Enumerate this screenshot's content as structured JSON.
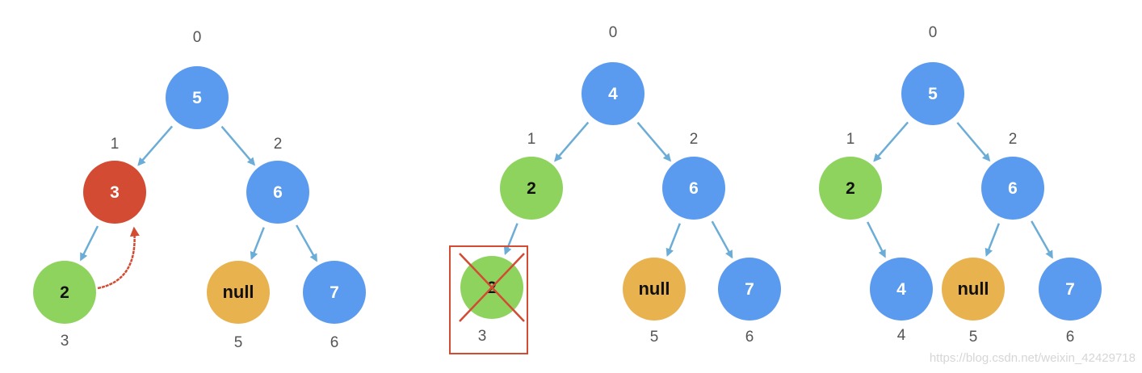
{
  "colors": {
    "blue": "#5a9bef",
    "red": "#d24b32",
    "green": "#8fd35f",
    "orange": "#e8b24f",
    "arrow": "#6badd6",
    "highlight": "#d24b32",
    "index_text": "#555555"
  },
  "trees": [
    {
      "nodes": [
        {
          "id": "a0",
          "value": "5",
          "index": "0",
          "color": "blue"
        },
        {
          "id": "a1",
          "value": "3",
          "index": "1",
          "color": "red"
        },
        {
          "id": "a2",
          "value": "6",
          "index": "2",
          "color": "blue"
        },
        {
          "id": "a3",
          "value": "2",
          "index": "3",
          "color": "green"
        },
        {
          "id": "a5",
          "value": "null",
          "index": "5",
          "color": "orange"
        },
        {
          "id": "a6",
          "value": "7",
          "index": "6",
          "color": "blue"
        }
      ],
      "edges": [
        [
          "a0",
          "a1"
        ],
        [
          "a0",
          "a2"
        ],
        [
          "a1",
          "a3"
        ],
        [
          "a2",
          "a5"
        ],
        [
          "a2",
          "a6"
        ]
      ],
      "swap": [
        "a3",
        "a1"
      ]
    },
    {
      "nodes": [
        {
          "id": "b0",
          "value": "4",
          "index": "0",
          "color": "blue"
        },
        {
          "id": "b1",
          "value": "2",
          "index": "1",
          "color": "green"
        },
        {
          "id": "b2",
          "value": "6",
          "index": "2",
          "color": "blue"
        },
        {
          "id": "b3",
          "value": "2",
          "index": "3",
          "color": "green",
          "deleted": true
        },
        {
          "id": "b5",
          "value": "null",
          "index": "5",
          "color": "orange"
        },
        {
          "id": "b6",
          "value": "7",
          "index": "6",
          "color": "blue"
        }
      ],
      "edges": [
        [
          "b0",
          "b1"
        ],
        [
          "b0",
          "b2"
        ],
        [
          "b1",
          "b3"
        ],
        [
          "b2",
          "b5"
        ],
        [
          "b2",
          "b6"
        ]
      ]
    },
    {
      "nodes": [
        {
          "id": "c0",
          "value": "5",
          "index": "0",
          "color": "blue"
        },
        {
          "id": "c1",
          "value": "2",
          "index": "1",
          "color": "green"
        },
        {
          "id": "c2",
          "value": "6",
          "index": "2",
          "color": "blue"
        },
        {
          "id": "c4",
          "value": "4",
          "index": "4",
          "color": "blue"
        },
        {
          "id": "c5",
          "value": "null",
          "index": "5",
          "color": "orange"
        },
        {
          "id": "c6",
          "value": "7",
          "index": "6",
          "color": "blue"
        }
      ],
      "edges": [
        [
          "c0",
          "c1"
        ],
        [
          "c0",
          "c2"
        ],
        [
          "c1",
          "c4"
        ],
        [
          "c2",
          "c5"
        ],
        [
          "c2",
          "c6"
        ]
      ]
    }
  ],
  "watermark": "https://blog.csdn.net/weixin_42429718"
}
